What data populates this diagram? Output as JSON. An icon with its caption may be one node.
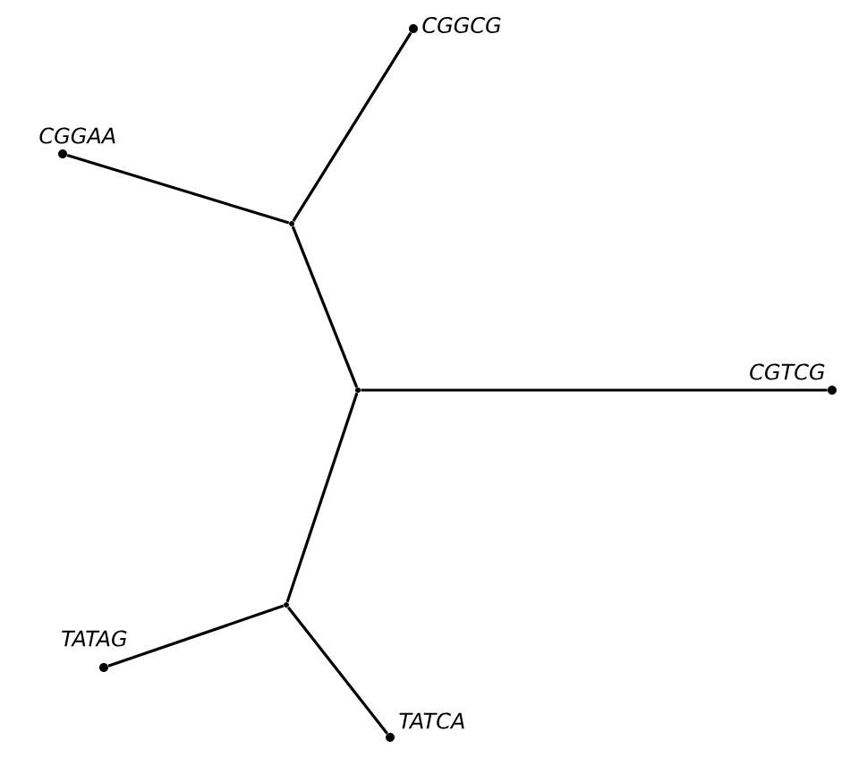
{
  "diagram": {
    "nodes": [
      {
        "text": [],
        "shape": "circle",
        "beside": [
          "CGGAA"
        ]
      },
      {
        "text": [],
        "shape": "circle",
        "beside": [
          "CGGCG"
        ]
      },
      {
        "text": [],
        "shape": "circle",
        "beside": [
          "CGTCG"
        ]
      },
      {
        "text": [],
        "shape": "circle",
        "beside": [
          "TATAG"
        ]
      },
      {
        "text": [],
        "shape": "circle",
        "beside": [
          "TATCA"
        ]
      },
      {
        "text": [],
        "shape": "point"
      },
      {
        "text": [],
        "shape": "point"
      },
      {
        "text": [],
        "shape": "point"
      }
    ],
    "edges": [
      {
        "from": 5,
        "to": 0,
        "arrow": "none"
      },
      {
        "from": 5,
        "to": 1,
        "arrow": "none"
      },
      {
        "from": 6,
        "to": 5,
        "arrow": "none"
      },
      {
        "from": 6,
        "to": 2,
        "arrow": "none"
      },
      {
        "from": 6,
        "to": 7,
        "arrow": "none"
      },
      {
        "from": 7,
        "to": 3,
        "arrow": "none"
      },
      {
        "from": 7,
        "to": 4,
        "arrow": "none"
      }
    ]
  }
}
